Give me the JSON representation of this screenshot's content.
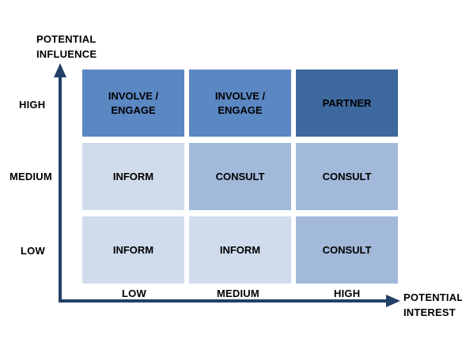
{
  "y_axis": {
    "title": "POTENTIAL\nINFLUENCE",
    "levels": [
      "HIGH",
      "MEDIUM",
      "LOW"
    ]
  },
  "x_axis": {
    "title": "POTENTIAL\nINTEREST",
    "levels": [
      "LOW",
      "MEDIUM",
      "HIGH"
    ]
  },
  "grid": [
    [
      "INVOLVE /\nENGAGE",
      "INVOLVE /\nENGAGE",
      "PARTNER"
    ],
    [
      "INFORM",
      "CONSULT",
      "CONSULT"
    ],
    [
      "INFORM",
      "INFORM",
      "CONSULT"
    ]
  ],
  "colors": {
    "inform": "#d0dcec",
    "consult": "#a2b9da",
    "involve": "#5b87c3",
    "partner": "#3e699e",
    "axis": "#233f66"
  }
}
